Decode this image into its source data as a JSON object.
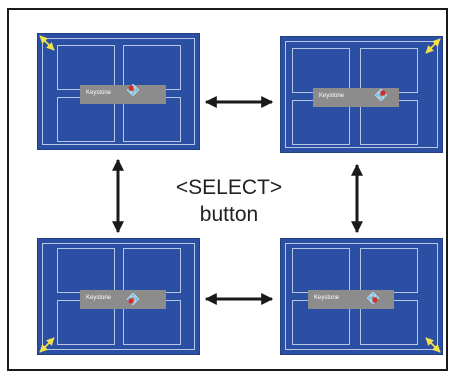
{
  "screens": [
    {
      "id": "top-left",
      "osd_label": "Keystone",
      "corner": "top-left"
    },
    {
      "id": "top-right",
      "osd_label": "Keystone",
      "corner": "top-right"
    },
    {
      "id": "bottom-left",
      "osd_label": "Keystone",
      "corner": "bottom-left"
    },
    {
      "id": "bottom-right",
      "osd_label": "Keystone",
      "corner": "bottom-right"
    }
  ],
  "center_label": {
    "line1": "<SELECT>",
    "line2": "button"
  },
  "colors": {
    "screen": "#2a4fa3",
    "osd": "#8c8c8c",
    "corner_arrow": "#f4e04a",
    "cursor_dot": "#d92a2a",
    "cursor_arrow": "#6fc3ea"
  }
}
